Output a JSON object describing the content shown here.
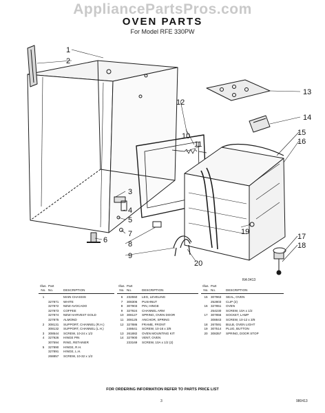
{
  "watermark": "AppliancePartsPros.com",
  "title": "OVEN PARTS",
  "subtitle": "For Model RFE 330PW",
  "callouts": [
    "1",
    "2",
    "3",
    "4",
    "5",
    "6",
    "7",
    "8",
    "9",
    "10",
    "11",
    "12",
    "13",
    "14",
    "15",
    "16",
    "17",
    "18",
    "19",
    "20"
  ],
  "ra_number": "RA 0413",
  "table_headers": {
    "illus_top": "Illus.",
    "illus_bottom": "No.",
    "part_top": "Part",
    "part_bottom": "No.",
    "description": "DESCRIPTION"
  },
  "columns": [
    [
      [
        "1",
        "",
        "MAIN CHASSIS"
      ],
      [
        "",
        "327871",
        "WHITE"
      ],
      [
        "",
        "327872",
        "NEW AVOCADO"
      ],
      [
        "",
        "327873",
        "COFFEE"
      ],
      [
        "",
        "327874",
        "NEW HARVEST GOLD"
      ],
      [
        "",
        "327875",
        "ALMOND"
      ],
      [
        "2",
        "308131",
        "SUPPORT, CHANNEL (R.H.)"
      ],
      [
        "",
        "308132",
        "SUPPORT, CHANNEL (L.H.)"
      ],
      [
        "3",
        "308544",
        "SCREW, 10-24 x 1/2"
      ],
      [
        "4",
        "327926",
        "HINGE PIN"
      ],
      [
        "",
        "307594",
        "RING, RETAINER"
      ],
      [
        "5",
        "327890",
        "HINGE, R.H."
      ],
      [
        "",
        "327891",
        "HINGE, L.H."
      ],
      [
        "",
        "268857",
        "SCREW, 10-32 x 1/2"
      ]
    ],
    [
      [
        "6",
        "232550",
        "LEG, LEVELING"
      ],
      [
        "7",
        "308306",
        "PUSHNUT"
      ],
      [
        "8",
        "307903",
        "PIN, HINGE"
      ],
      [
        "9",
        "327924",
        "CHANNEL ARM"
      ],
      [
        "10",
        "308127",
        "SPRING, OVEN DOOR"
      ],
      [
        "11",
        "308125",
        "ANCHOR, SPRING"
      ],
      [
        "12",
        "327886",
        "FRAME, FRONT"
      ],
      [
        "",
        "248641",
        "SCREW, 10-16 x 3/8"
      ],
      [
        "13",
        "261882",
        "OVEN MOUNTING KIT"
      ],
      [
        "14",
        "327900",
        "VENT, OVEN"
      ],
      [
        "",
        "233169",
        "SCREW, 10A x 1/2 (2)"
      ]
    ],
    [
      [
        "15",
        "307963",
        "SEAL, OVEN"
      ],
      [
        "",
        "252803",
        "CLIP (2)"
      ],
      [
        "16",
        "327851",
        "OVEN"
      ],
      [
        "",
        "254230",
        "SCREW, 10A x 1/2"
      ],
      [
        "17",
        "307856",
        "SOCKET, LAMP"
      ],
      [
        "",
        "308843",
        "SCREW, 10-12 x 3/8"
      ],
      [
        "18",
        "267591",
        "BULB, OVEN LIGHT"
      ],
      [
        "19",
        "307514",
        "PLUG, BUTTON"
      ],
      [
        "20",
        "308357",
        "SPRING, DOOR STOP"
      ]
    ]
  ],
  "footer_note": "FOR ORDERING INFORMATION REFER TO PARTS PRICE LIST",
  "page_number": "3",
  "doc_id": "980413"
}
